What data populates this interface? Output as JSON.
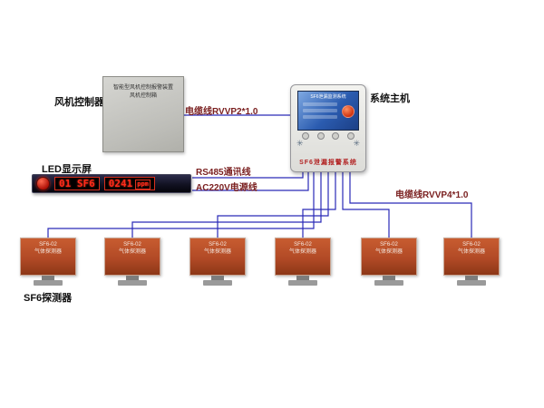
{
  "labels": {
    "fan_controller": "风机控制器",
    "system_host": "系统主机",
    "led_display": "LED显示屏",
    "sf6_detector": "SF6探测器"
  },
  "cables": {
    "rvvp2": "电缆线RVVP2*1.0",
    "rs485": "RS485通讯线",
    "ac220v": "AC220V电源线",
    "rvvp4": "电缆线RVVP4*1.0"
  },
  "fan_box": {
    "line1": "智能型风机控制报警装置",
    "line2": "风机控制箱"
  },
  "host": {
    "screen_title": "SF6泄漏监测系统",
    "label": "SF6泄漏报警系统",
    "screw_glyph": "✳"
  },
  "led": {
    "channel": "01 SF6",
    "value": "0241",
    "unit": "ppm"
  },
  "detectors": [
    {
      "line1": "SF6-02",
      "line2": "气体探测器"
    },
    {
      "line1": "SF6-02",
      "line2": "气体探测器"
    },
    {
      "line1": "SF6-02",
      "line2": "气体探测器"
    },
    {
      "line1": "SF6-02",
      "line2": "气体探测器"
    },
    {
      "line1": "SF6-02",
      "line2": "气体探测器"
    },
    {
      "line1": "SF6-02",
      "line2": "气体探测器"
    }
  ],
  "colors": {
    "wire": "#2a2ab8",
    "cable_label": "#7a1f1f",
    "detector_body": "#b24a26",
    "led_red": "#ff2a1a"
  }
}
